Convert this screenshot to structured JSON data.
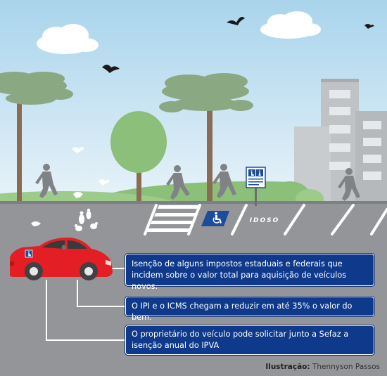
{
  "info_boxes": [
    {
      "text": "Isenção de alguns impostos estaduais e federais que incidem sobre o valor total para aquisição de veículos novos."
    },
    {
      "text": "O IPI e o ICMS chegam a reduzir em até 35% o valor do bem."
    },
    {
      "text": "O proprietário do veículo pode solicitar junto a Sefaz a isenção anual do IPVA"
    }
  ],
  "pavement_text": "IDOSO",
  "credit": {
    "label": "Ilustração:",
    "author": "Thennyson Passos"
  },
  "icons": [
    "wheelchair-icon",
    "parking-sign-icon",
    "bird-icon",
    "pigeon-icon",
    "car-icon",
    "jogger-icon",
    "tree-icon",
    "building-icon",
    "cloud-icon"
  ],
  "colors": {
    "sky_top": "#a9d4ec",
    "sky_bottom": "#e8f3f9",
    "road": "#939598",
    "box_blue": "#0f3a8c",
    "car_red": "#e31e24",
    "accessible_blue": "#1b4d9b"
  }
}
